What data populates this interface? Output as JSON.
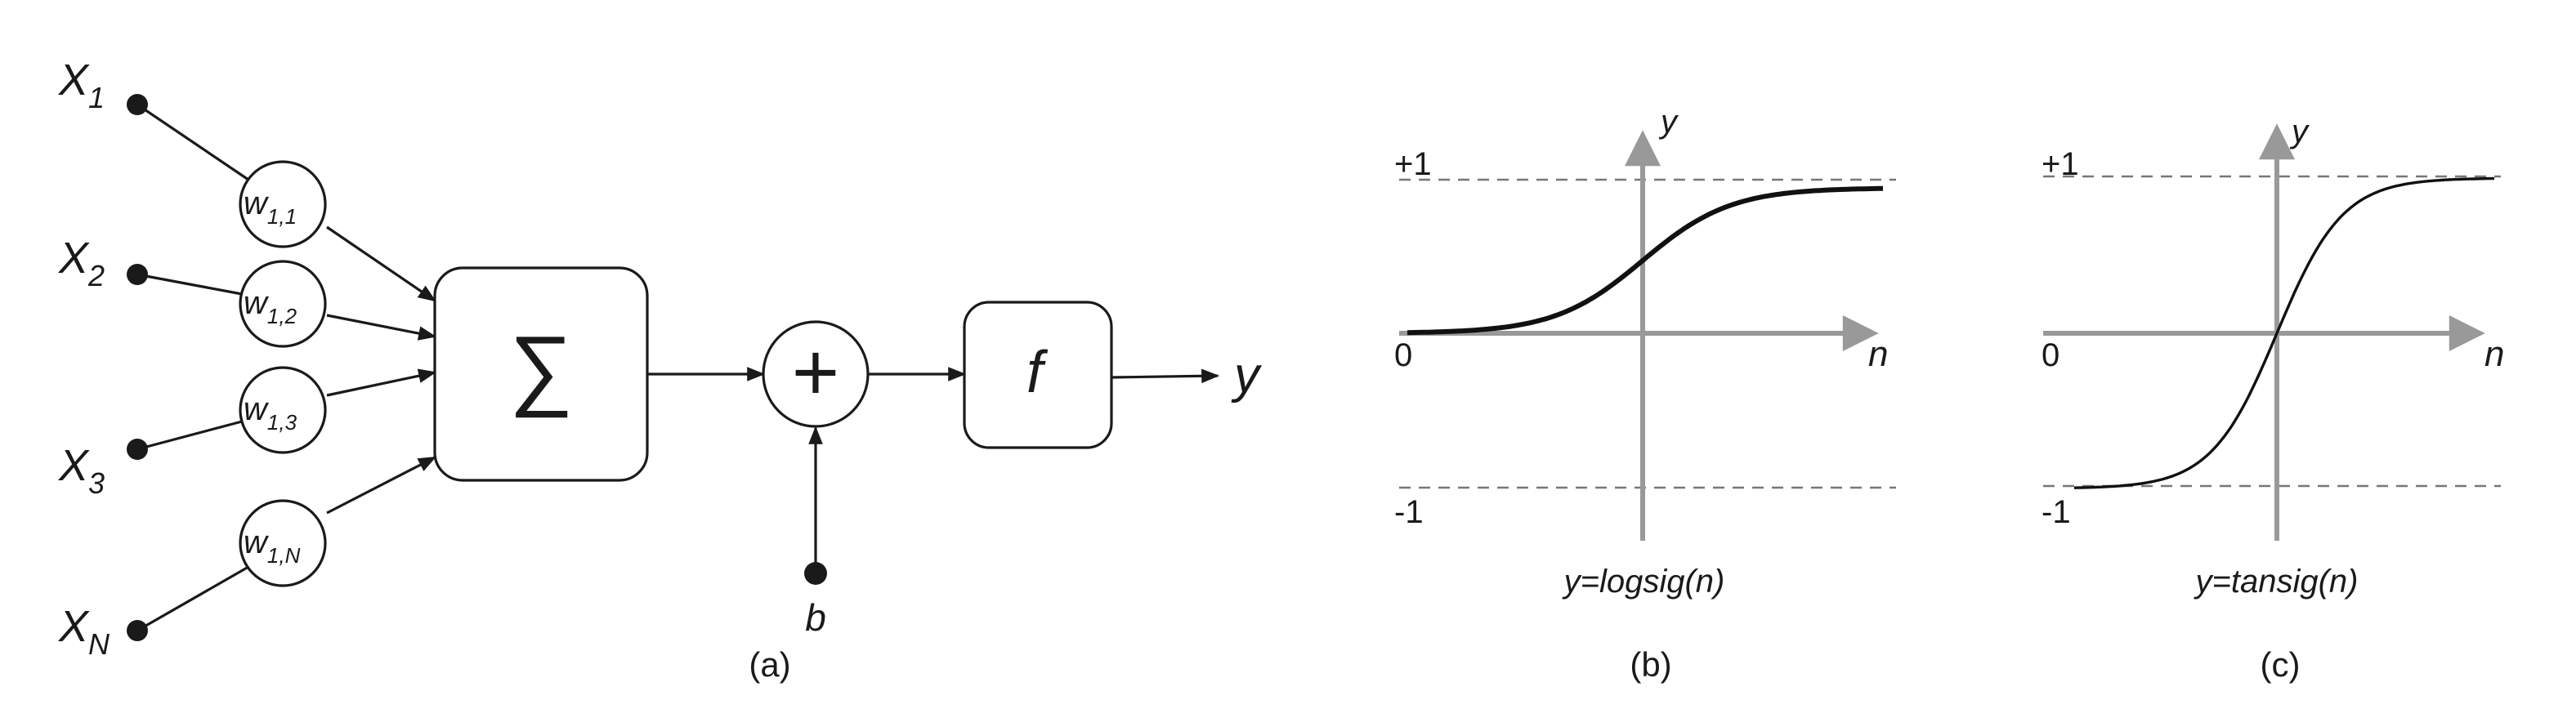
{
  "panel_a": {
    "inputs": [
      {
        "base": "X",
        "sub": "1"
      },
      {
        "base": "X",
        "sub": "2"
      },
      {
        "base": "X",
        "sub": "3"
      },
      {
        "base": "X",
        "sub": "N"
      }
    ],
    "weights": [
      {
        "base": "w",
        "sub": "1,1"
      },
      {
        "base": "w",
        "sub": "1,2"
      },
      {
        "base": "w",
        "sub": "1,3"
      },
      {
        "base": "w",
        "sub": "1,N"
      }
    ],
    "sum_symbol": "∑",
    "plus_symbol": "+",
    "bias_label": "b",
    "activation_label": "f",
    "output_label": "y",
    "caption": "(a)"
  },
  "panel_b": {
    "y_axis_label": "y",
    "x_axis_label": "n",
    "upper_label": "+1",
    "lower_label": "-1",
    "origin_label": "0",
    "formula": "y=logsig(n)",
    "caption": "(b)",
    "curve_color": "#111111"
  },
  "panel_c": {
    "y_axis_label": "y",
    "x_axis_label": "n",
    "upper_label": "+1",
    "lower_label": "-1",
    "origin_label": "0",
    "formula": "y=tansig(n)",
    "caption": "(c)",
    "curve_color": "#111111"
  },
  "colors": {
    "ink": "#1a1a1a",
    "axis": "#999999",
    "guide": "#777777"
  }
}
